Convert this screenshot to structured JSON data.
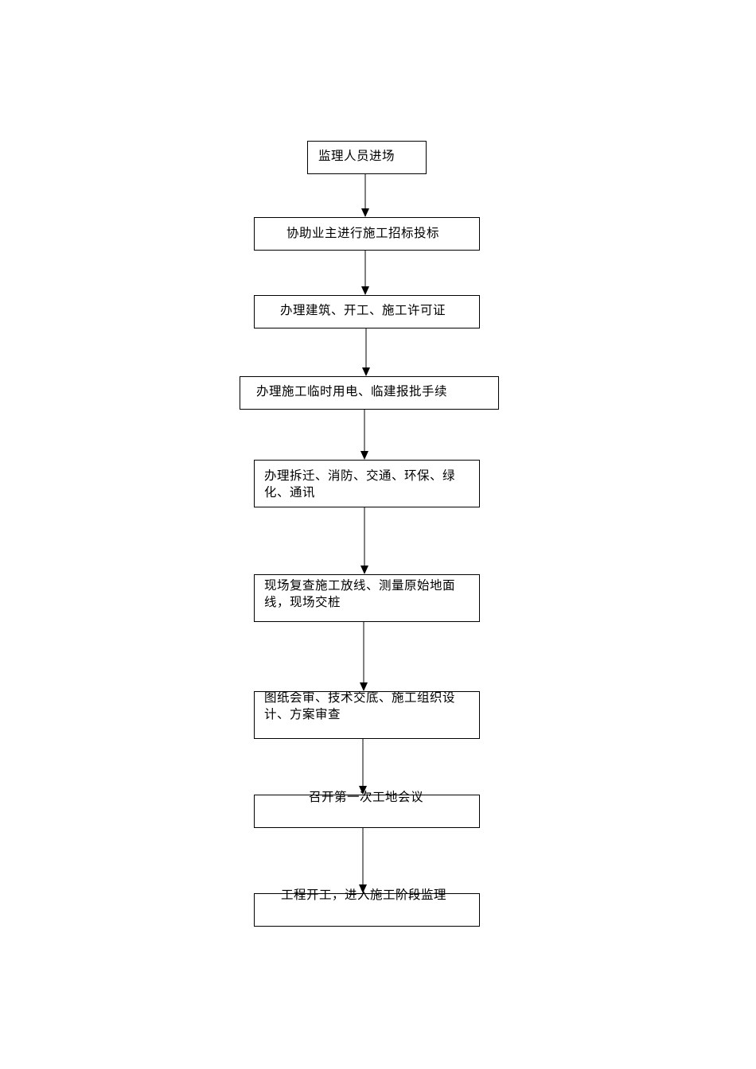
{
  "diagram": {
    "steps": [
      {
        "id": "s1",
        "lines": [
          "监理人员进场"
        ]
      },
      {
        "id": "s2",
        "lines": [
          "协助业主进行施工招标投标"
        ]
      },
      {
        "id": "s3",
        "lines": [
          "办理建筑、开工、施工许可证"
        ]
      },
      {
        "id": "s4",
        "lines": [
          "办理施工临时用电、临建报批手续"
        ]
      },
      {
        "id": "s5",
        "lines": [
          "办理拆迁、消防、交通、环保、绿",
          "化、通讯"
        ]
      },
      {
        "id": "s6",
        "lines": [
          "现场复查施工放线、测量原始地面",
          "线，现场交桩"
        ]
      },
      {
        "id": "s7",
        "lines": [
          "图纸会审、技术交底、施工组织设",
          "计、方案审查"
        ]
      },
      {
        "id": "s8",
        "lines": [
          "召开第一次工地会议"
        ]
      },
      {
        "id": "s9",
        "lines": [
          "工程开工，进入施工阶段监理"
        ]
      }
    ],
    "edges": [
      [
        "s1",
        "s2"
      ],
      [
        "s2",
        "s3"
      ],
      [
        "s3",
        "s4"
      ],
      [
        "s4",
        "s5"
      ],
      [
        "s5",
        "s6"
      ],
      [
        "s6",
        "s7"
      ],
      [
        "s7",
        "s8"
      ],
      [
        "s8",
        "s9"
      ]
    ],
    "line_color": "#000000"
  }
}
